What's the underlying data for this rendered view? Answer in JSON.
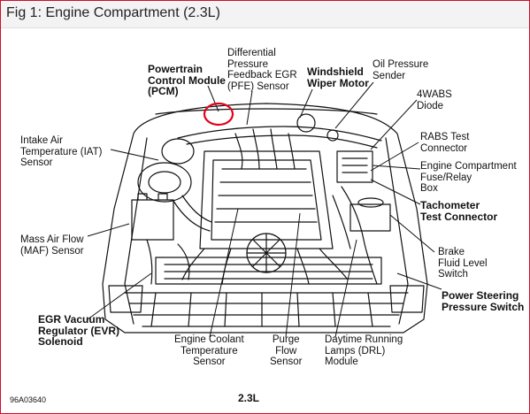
{
  "title": "Fig 1: Engine Compartment (2.3L)",
  "labels": {
    "pcm": "Powertrain\nControl Module\n(PCM)",
    "pfe": "Differential\nPressure\nFeedback EGR\n(PFE) Sensor",
    "wiper": "Windshield\nWiper Motor",
    "oil": "Oil Pressure\nSender",
    "wabs": "4WABS\nDiode",
    "iat": "Intake Air\nTemperature (IAT)\nSensor",
    "rabs": "RABS Test\nConnector",
    "fuse": "Engine Compartment\nFuse/Relay\nBox",
    "tach": "Tachometer\nTest Connector",
    "maf": "Mass Air Flow\n(MAF) Sensor",
    "brake": "Brake\nFluid Level\nSwitch",
    "ps": "Power Steering\nPressure Switch",
    "evr": "EGR Vacuum\nRegulator (EVR)\nSolenoid",
    "coolant": "Engine Coolant\nTemperature\nSensor",
    "purge": "Purge\nFlow\nSensor",
    "drl": "Daytime Running\nLamps (DRL)\nModule"
  },
  "footer": {
    "id": "96A03640",
    "engine": "2.3L"
  },
  "colors": {
    "frame": "#c8102e",
    "highlight": "#e1001a",
    "line": "#111111"
  }
}
